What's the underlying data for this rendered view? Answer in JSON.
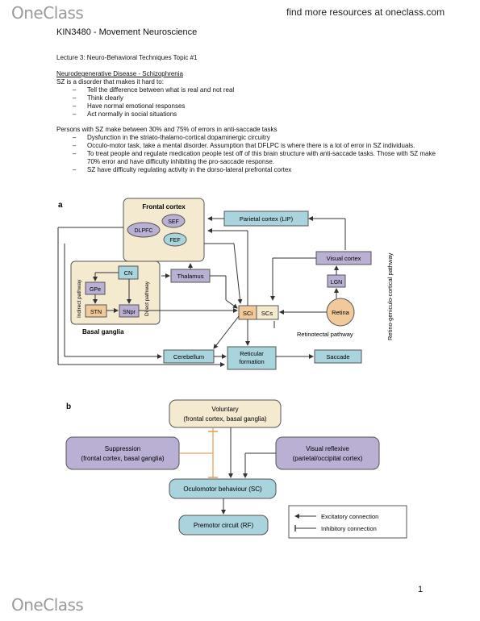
{
  "header": {
    "logo": "OneClass",
    "link": "find more resources at oneclass.com"
  },
  "document": {
    "course": "KIN3480 - Movement Neuroscience",
    "lecture": "Lecture 3: Neuro-Behavioral Techniques Topic #1",
    "section_heading": "Neurodegenerative Disease - Schizophrenia",
    "intro": "SZ is a disorder that makes it hard to:",
    "bullets1": [
      "Tell the difference between what is real and not real",
      "Think clearly",
      "Have normal emotional responses",
      "Act normally in social situations"
    ],
    "para2": "Persons with SZ make between 30% and 75% of errors in anti-saccade tasks",
    "bullets2": [
      "Dysfunction in the striato-thalamo-cortical dopaminergic circuitry",
      "Occulo-motor task, take a mental disorder. Assumption that DFLPC is where there is a lot of error in SZ individuals.",
      "To treat people and regulate medication people test off of this brain structure with anti-saccade tasks. Those with SZ make 70% error and have difficulty inhibiting the pro-saccade response.",
      "SZ have difficulty regulating activity in the dorso-lateral prefrontal cortex"
    ]
  },
  "figure_a": {
    "panel": "a",
    "frontal_cortex": "Frontal cortex",
    "sef": "SEF",
    "dlpfc": "DLPFC",
    "fef": "FEF",
    "parietal": "Parietal cortex (LIP)",
    "visual_cortex": "Visual cortex",
    "lgn": "LGN",
    "retina": "Retina",
    "cn": "CN",
    "gpe": "GPe",
    "stn": "STN",
    "snpr": "SNpr",
    "basal_ganglia": "Basal ganglia",
    "indirect": "Indirect pathway",
    "direct": "Direct pathway",
    "thalamus": "Thalamus",
    "sci": "SCi",
    "scs": "SCs",
    "retinotectal": "Retinotectal pathway",
    "retino_geniculo": "Retino-geniculo-cortical pathway",
    "cerebellum": "Cerebellum",
    "reticular1": "Reticular",
    "reticular2": "formation",
    "saccade": "Saccade"
  },
  "figure_b": {
    "panel": "b",
    "voluntary1": "Voluntary",
    "voluntary2": "(frontal cortex, basal ganglia)",
    "suppression1": "Suppression",
    "suppression2": "(frontal cortex, basal ganglia)",
    "reflexive1": "Visual reflexive",
    "reflexive2": "(parietal/occipital cortex)",
    "oculomotor": "Oculomotor behaviour (SC)",
    "premotor": "Premotor circuit (RF)",
    "legend_excitatory": "Excitatory connection",
    "legend_inhibitory": "Inhibitory connection"
  },
  "footer": {
    "page_number": "1",
    "logo": "OneClass"
  },
  "colors": {
    "blue_box": "#a9d3dd",
    "purple_box": "#b9b0d3",
    "orange_box": "#f2c99a",
    "frontal_bg": "#f3ead0",
    "bg_box": "#f3ead0",
    "inhibitory_orange": "#e6a15a"
  }
}
